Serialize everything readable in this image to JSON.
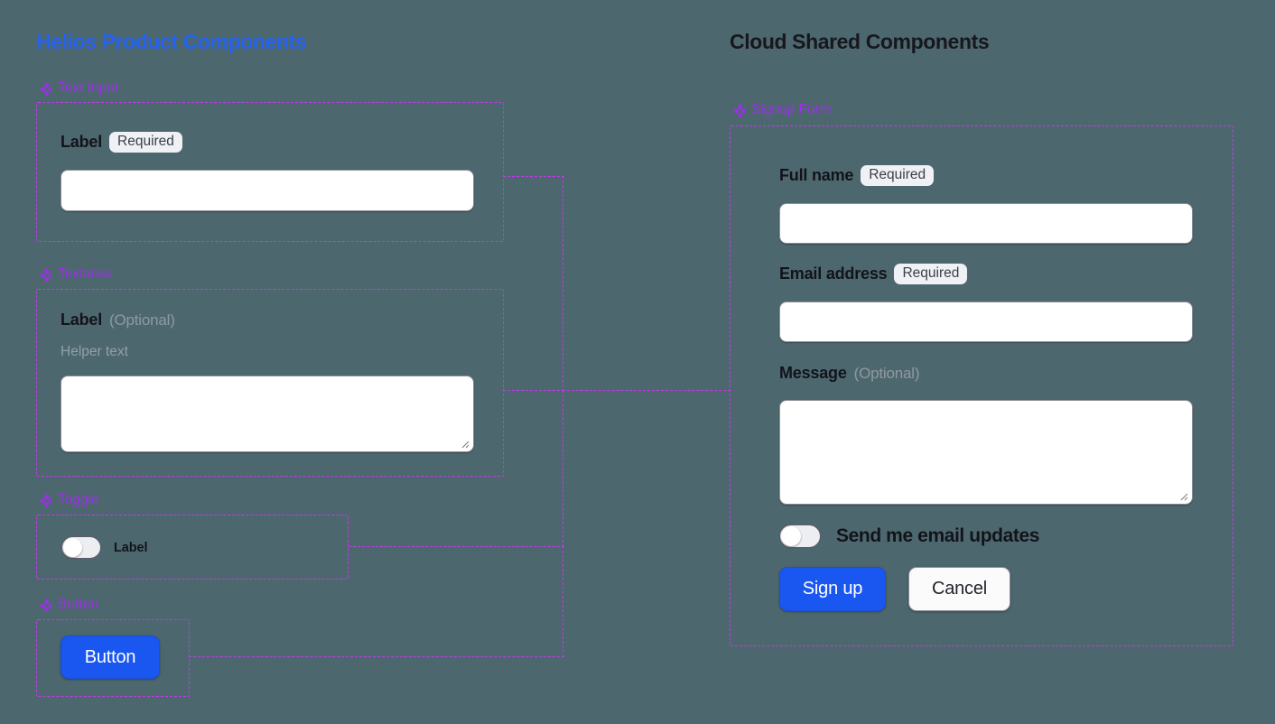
{
  "background_color": "#4d676f",
  "accent_colors": {
    "left_title": "#2563f0",
    "right_title": "#17171d",
    "section_caption": "#9b30e8",
    "frame_dashed": "#c13ae8",
    "primary_button": "#1a56f0",
    "badge_background": "#f0f1f4",
    "muted_text": "#8e9aa0"
  },
  "columns": {
    "left": {
      "title": "Helios Product Components",
      "sections": [
        {
          "caption": "Text Input",
          "icon": "diamond-components-icon",
          "label": "Label",
          "badge": "Required"
        },
        {
          "caption": "Textarea",
          "icon": "diamond-components-icon",
          "label": "Label",
          "optional": "(Optional)",
          "helper": "Helper text"
        },
        {
          "caption": "Toggle",
          "icon": "diamond-components-icon",
          "toggle_label": "Label",
          "toggle_state": "off"
        },
        {
          "caption": "Button",
          "icon": "diamond-components-icon",
          "button_label": "Button"
        }
      ]
    },
    "right": {
      "title": "Cloud Shared Components",
      "sections": [
        {
          "caption": "Signup Form",
          "icon": "diamond-components-icon",
          "fields": [
            {
              "label": "Full name",
              "badge": "Required",
              "type": "text"
            },
            {
              "label": "Email address",
              "badge": "Required",
              "type": "text"
            },
            {
              "label": "Message",
              "optional": "(Optional)",
              "type": "textarea"
            }
          ],
          "toggle_label": "Send me email updates",
          "toggle_state": "off",
          "primary_button": "Sign up",
          "secondary_button": "Cancel"
        }
      ]
    }
  }
}
